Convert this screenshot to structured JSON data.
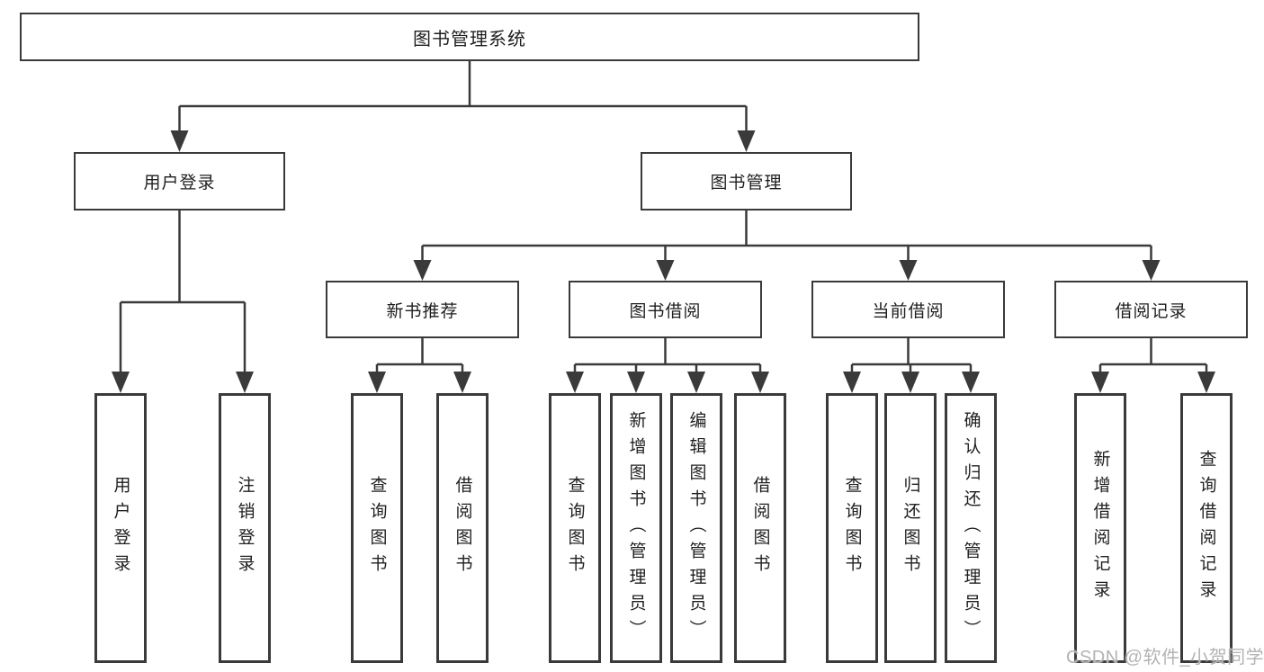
{
  "diagram": {
    "title": "图书管理系统",
    "tree": {
      "root": {
        "label": "图书管理系统",
        "children": [
          {
            "label": "用户登录",
            "children": [
              {
                "label": "用户登录"
              },
              {
                "label": "注销登录"
              }
            ]
          },
          {
            "label": "图书管理",
            "children": [
              {
                "label": "新书推荐",
                "children": [
                  {
                    "label": "查询图书"
                  },
                  {
                    "label": "借阅图书"
                  }
                ]
              },
              {
                "label": "图书借阅",
                "children": [
                  {
                    "label": "查询图书"
                  },
                  {
                    "label": "新增图书（管理员）"
                  },
                  {
                    "label": "编辑图书（管理员）"
                  },
                  {
                    "label": "借阅图书"
                  }
                ]
              },
              {
                "label": "当前借阅",
                "children": [
                  {
                    "label": "查询图书"
                  },
                  {
                    "label": "归还图书"
                  },
                  {
                    "label": "确认归还（管理员）"
                  }
                ]
              },
              {
                "label": "借阅记录",
                "children": [
                  {
                    "label": "新增借阅记录"
                  },
                  {
                    "label": "查询借阅记录"
                  }
                ]
              }
            ]
          }
        ]
      }
    },
    "colors": {
      "line": "#3a3a3a",
      "text": "#1f1f1f",
      "watermark": "#b3b3b3",
      "background": "#ffffff"
    }
  },
  "watermark": {
    "text": "CSDN @软件_小贺同学"
  }
}
